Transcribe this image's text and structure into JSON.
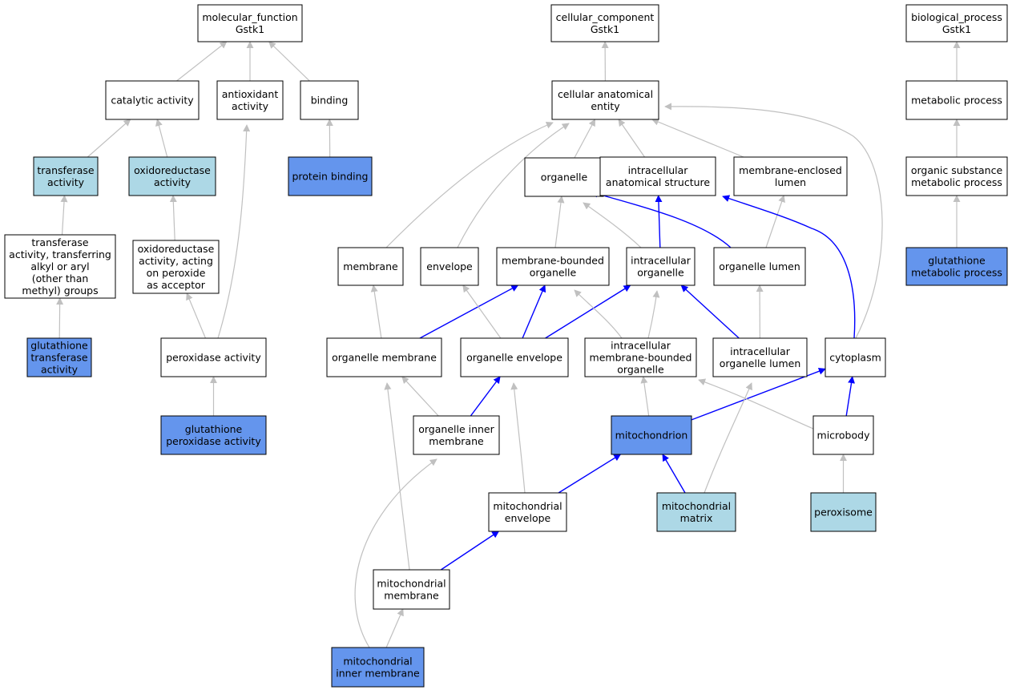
{
  "colors": {
    "plain": "#ffffff",
    "light": "#add8e6",
    "dark": "#6495ed",
    "edge_gray": "#c0c0c0",
    "edge_blue": "#0000ff",
    "stroke": "#000000"
  },
  "nodes": [
    {
      "id": "mf",
      "lines": [
        "molecular_function",
        "Gstk1"
      ],
      "fill": "plain"
    },
    {
      "id": "cat",
      "lines": [
        "catalytic activity"
      ],
      "fill": "plain"
    },
    {
      "id": "antiox",
      "lines": [
        "antioxidant",
        "activity"
      ],
      "fill": "plain"
    },
    {
      "id": "binding",
      "lines": [
        "binding"
      ],
      "fill": "plain"
    },
    {
      "id": "transf",
      "lines": [
        "transferase",
        "activity"
      ],
      "fill": "light"
    },
    {
      "id": "oxred",
      "lines": [
        "oxidoreductase",
        "activity"
      ],
      "fill": "light"
    },
    {
      "id": "protbind",
      "lines": [
        "protein binding"
      ],
      "fill": "dark"
    },
    {
      "id": "transfalk",
      "lines": [
        "transferase",
        "activity, transferring",
        "alkyl or aryl",
        "(other than",
        "methyl) groups"
      ],
      "fill": "plain"
    },
    {
      "id": "oxredper",
      "lines": [
        "oxidoreductase",
        "activity, acting",
        "on peroxide",
        "as acceptor"
      ],
      "fill": "plain"
    },
    {
      "id": "gst",
      "lines": [
        "glutathione",
        "transferase",
        "activity"
      ],
      "fill": "dark"
    },
    {
      "id": "perox",
      "lines": [
        "peroxidase activity"
      ],
      "fill": "plain"
    },
    {
      "id": "gpx",
      "lines": [
        "glutathione",
        "peroxidase activity"
      ],
      "fill": "dark"
    },
    {
      "id": "cc",
      "lines": [
        "cellular_component",
        "Gstk1"
      ],
      "fill": "plain"
    },
    {
      "id": "cae",
      "lines": [
        "cellular anatomical",
        "entity"
      ],
      "fill": "plain"
    },
    {
      "id": "organelle",
      "lines": [
        "organelle"
      ],
      "fill": "plain"
    },
    {
      "id": "ias",
      "lines": [
        "intracellular",
        "anatomical structure"
      ],
      "fill": "plain"
    },
    {
      "id": "mel",
      "lines": [
        "membrane-enclosed",
        "lumen"
      ],
      "fill": "plain"
    },
    {
      "id": "membrane",
      "lines": [
        "membrane"
      ],
      "fill": "plain"
    },
    {
      "id": "envelope",
      "lines": [
        "envelope"
      ],
      "fill": "plain"
    },
    {
      "id": "mbo",
      "lines": [
        "membrane-bounded",
        "organelle"
      ],
      "fill": "plain"
    },
    {
      "id": "io",
      "lines": [
        "intracellular",
        "organelle"
      ],
      "fill": "plain"
    },
    {
      "id": "ol",
      "lines": [
        "organelle lumen"
      ],
      "fill": "plain"
    },
    {
      "id": "om",
      "lines": [
        "organelle membrane"
      ],
      "fill": "plain"
    },
    {
      "id": "oe",
      "lines": [
        "organelle envelope"
      ],
      "fill": "plain"
    },
    {
      "id": "imbo",
      "lines": [
        "intracellular",
        "membrane-bounded",
        "organelle"
      ],
      "fill": "plain"
    },
    {
      "id": "iol",
      "lines": [
        "intracellular",
        "organelle lumen"
      ],
      "fill": "plain"
    },
    {
      "id": "cyto",
      "lines": [
        "cytoplasm"
      ],
      "fill": "plain"
    },
    {
      "id": "oim",
      "lines": [
        "organelle inner",
        "membrane"
      ],
      "fill": "plain"
    },
    {
      "id": "mito",
      "lines": [
        "mitochondrion"
      ],
      "fill": "dark"
    },
    {
      "id": "microbody",
      "lines": [
        "microbody"
      ],
      "fill": "plain"
    },
    {
      "id": "menv",
      "lines": [
        "mitochondrial",
        "envelope"
      ],
      "fill": "plain"
    },
    {
      "id": "mmatrix",
      "lines": [
        "mitochondrial",
        "matrix"
      ],
      "fill": "light"
    },
    {
      "id": "peroxisome",
      "lines": [
        "peroxisome"
      ],
      "fill": "light"
    },
    {
      "id": "mmem",
      "lines": [
        "mitochondrial",
        "membrane"
      ],
      "fill": "plain"
    },
    {
      "id": "mim",
      "lines": [
        "mitochondrial",
        "inner membrane"
      ],
      "fill": "dark"
    },
    {
      "id": "bp",
      "lines": [
        "biological_process",
        "Gstk1"
      ],
      "fill": "plain"
    },
    {
      "id": "metab",
      "lines": [
        "metabolic process"
      ],
      "fill": "plain"
    },
    {
      "id": "osmp",
      "lines": [
        "organic substance",
        "metabolic process"
      ],
      "fill": "plain"
    },
    {
      "id": "gmp",
      "lines": [
        "glutathione",
        "metabolic process"
      ],
      "fill": "dark"
    }
  ],
  "edges": [
    {
      "from": "cat",
      "to": "mf",
      "color": "edge_gray"
    },
    {
      "from": "antiox",
      "to": "mf",
      "color": "edge_gray"
    },
    {
      "from": "binding",
      "to": "mf",
      "color": "edge_gray"
    },
    {
      "from": "transf",
      "to": "cat",
      "color": "edge_gray"
    },
    {
      "from": "oxred",
      "to": "cat",
      "color": "edge_gray"
    },
    {
      "from": "protbind",
      "to": "binding",
      "color": "edge_gray"
    },
    {
      "from": "transfalk",
      "to": "transf",
      "color": "edge_gray"
    },
    {
      "from": "oxredper",
      "to": "oxred",
      "color": "edge_gray"
    },
    {
      "from": "gst",
      "to": "transfalk",
      "color": "edge_gray"
    },
    {
      "from": "perox",
      "to": "oxredper",
      "color": "edge_gray"
    },
    {
      "from": "perox",
      "to": "antiox",
      "color": "edge_gray"
    },
    {
      "from": "gpx",
      "to": "perox",
      "color": "edge_gray"
    },
    {
      "from": "cae",
      "to": "cc",
      "color": "edge_gray"
    },
    {
      "from": "organelle",
      "to": "cae",
      "color": "edge_gray"
    },
    {
      "from": "ias",
      "to": "cae",
      "color": "edge_gray"
    },
    {
      "from": "mel",
      "to": "cae",
      "color": "edge_gray"
    },
    {
      "from": "membrane",
      "to": "cae",
      "color": "edge_gray"
    },
    {
      "from": "envelope",
      "to": "cae",
      "color": "edge_gray"
    },
    {
      "from": "cyto",
      "to": "cae",
      "color": "edge_gray"
    },
    {
      "from": "mbo",
      "to": "organelle",
      "color": "edge_gray"
    },
    {
      "from": "io",
      "to": "organelle",
      "color": "edge_gray"
    },
    {
      "from": "io",
      "to": "ias",
      "color": "edge_blue"
    },
    {
      "from": "ol",
      "to": "organelle",
      "color": "edge_blue"
    },
    {
      "from": "ol",
      "to": "mel",
      "color": "edge_gray"
    },
    {
      "from": "cyto",
      "to": "ias",
      "color": "edge_blue"
    },
    {
      "from": "om",
      "to": "membrane",
      "color": "edge_gray"
    },
    {
      "from": "om",
      "to": "mbo",
      "color": "edge_blue"
    },
    {
      "from": "oe",
      "to": "envelope",
      "color": "edge_gray"
    },
    {
      "from": "oe",
      "to": "mbo",
      "color": "edge_blue"
    },
    {
      "from": "oe",
      "to": "io",
      "color": "edge_blue"
    },
    {
      "from": "imbo",
      "to": "mbo",
      "color": "edge_gray"
    },
    {
      "from": "imbo",
      "to": "io",
      "color": "edge_gray"
    },
    {
      "from": "iol",
      "to": "io",
      "color": "edge_blue"
    },
    {
      "from": "iol",
      "to": "ol",
      "color": "edge_gray"
    },
    {
      "from": "oim",
      "to": "om",
      "color": "edge_gray"
    },
    {
      "from": "oim",
      "to": "oe",
      "color": "edge_blue"
    },
    {
      "from": "mito",
      "to": "imbo",
      "color": "edge_gray"
    },
    {
      "from": "mito",
      "to": "cyto",
      "color": "edge_blue"
    },
    {
      "from": "microbody",
      "to": "imbo",
      "color": "edge_gray"
    },
    {
      "from": "microbody",
      "to": "cyto",
      "color": "edge_blue"
    },
    {
      "from": "menv",
      "to": "oe",
      "color": "edge_gray"
    },
    {
      "from": "menv",
      "to": "mito",
      "color": "edge_blue"
    },
    {
      "from": "mmatrix",
      "to": "mito",
      "color": "edge_blue"
    },
    {
      "from": "mmatrix",
      "to": "iol",
      "color": "edge_gray"
    },
    {
      "from": "peroxisome",
      "to": "microbody",
      "color": "edge_gray"
    },
    {
      "from": "mmem",
      "to": "om",
      "color": "edge_gray"
    },
    {
      "from": "mmem",
      "to": "menv",
      "color": "edge_blue"
    },
    {
      "from": "mim",
      "to": "mmem",
      "color": "edge_gray"
    },
    {
      "from": "mim",
      "to": "oim",
      "color": "edge_gray"
    },
    {
      "from": "metab",
      "to": "bp",
      "color": "edge_gray"
    },
    {
      "from": "osmp",
      "to": "metab",
      "color": "edge_gray"
    },
    {
      "from": "gmp",
      "to": "osmp",
      "color": "edge_gray"
    }
  ]
}
